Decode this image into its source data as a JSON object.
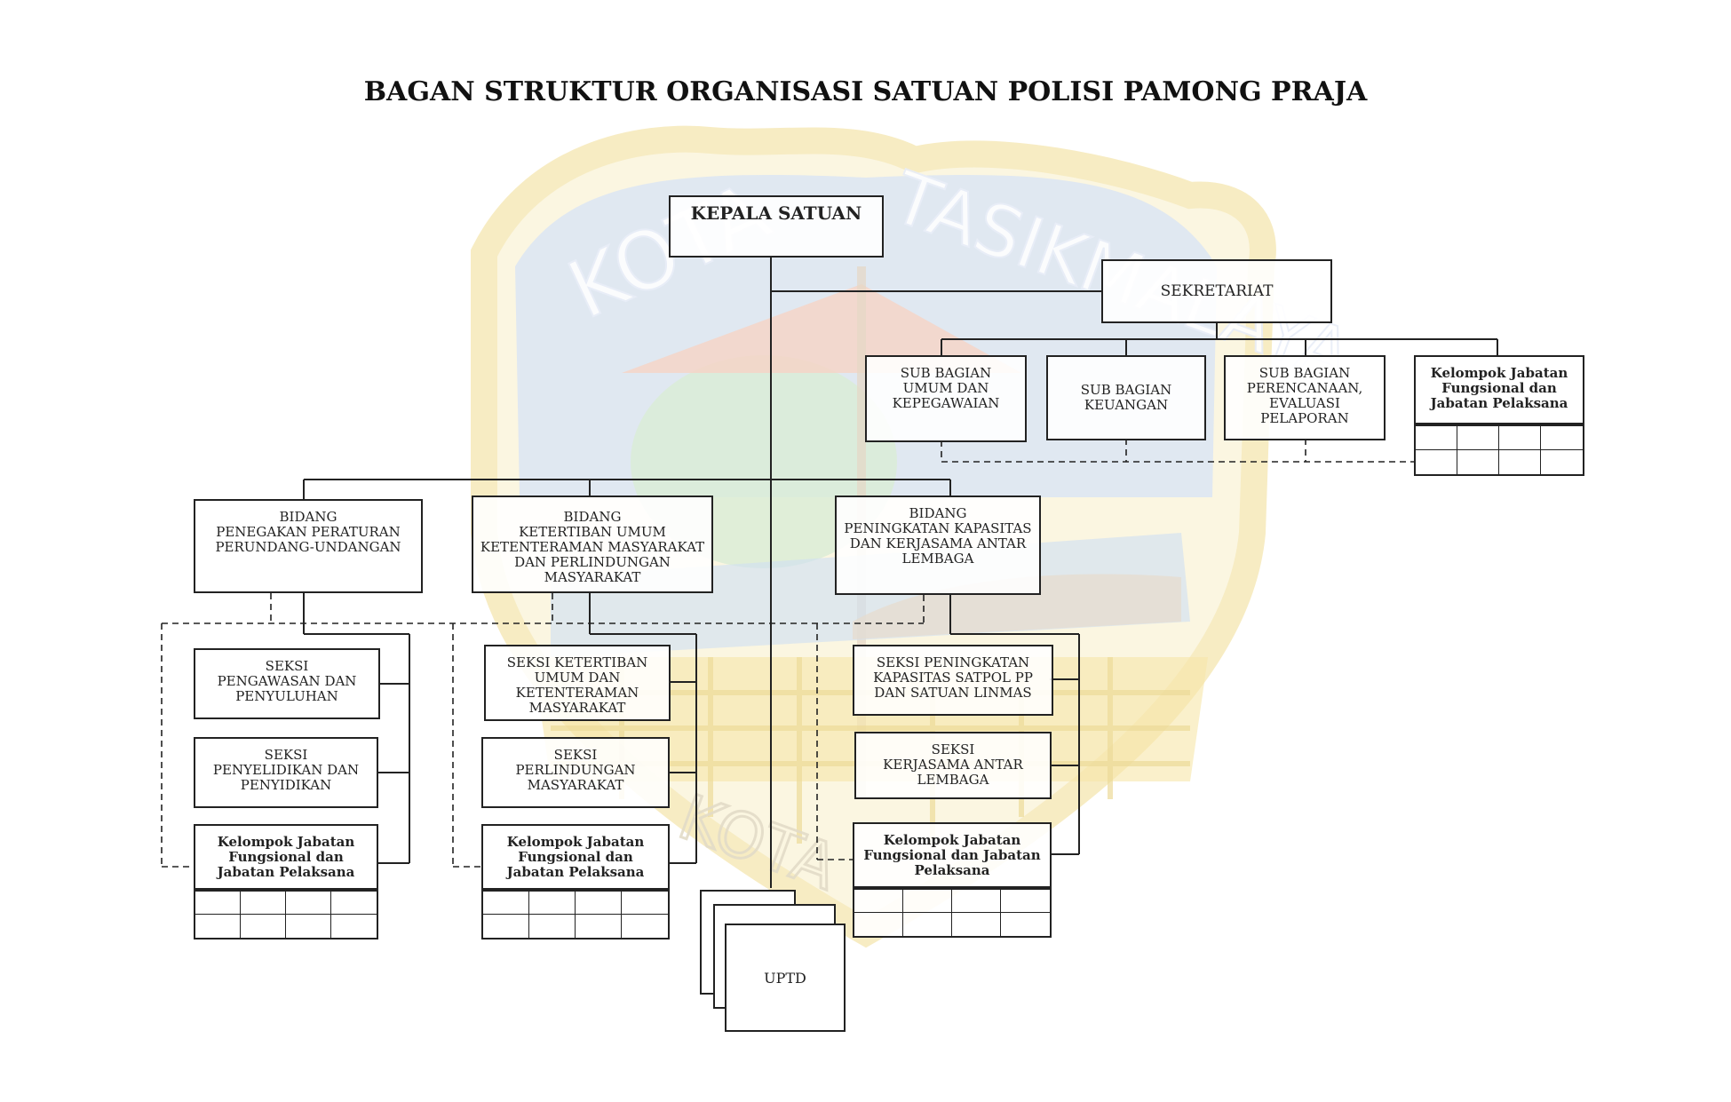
{
  "title": "BAGAN STRUKTUR ORGANISASI SATUAN POLISI PAMONG PRAJA",
  "watermark": {
    "description": "Lambang Kota Tasikmalaya",
    "top_text": "KOTA TASIKMALAYA",
    "bottom_text": "KOTA",
    "colors": {
      "gold": "#f4e4a8",
      "blue": "#d7e3f6",
      "green": "#d9ecd6",
      "pink": "#f6d3c5",
      "cream": "#f8efc9"
    }
  },
  "nodes": {
    "kepala": "KEPALA SATUAN",
    "sekretariat": "SEKRETARIAT",
    "sub_umum": "SUB BAGIAN\nUMUM DAN\nKEPEGAWAIAN",
    "sub_keuangan": "SUB BAGIAN\nKEUANGAN",
    "sub_perencanaan": "SUB BAGIAN\nPERENCANAAN,\nEVALUASI\nPELAPORAN",
    "kjf_sekretariat": "Kelompok Jabatan\nFungsional dan\nJabatan Pelaksana",
    "bidang_1": "BIDANG\nPENEGAKAN PERATURAN\nPERUNDANG-UNDANGAN",
    "bidang_2": "BIDANG\nKETERTIBAN UMUM\nKETENTERAMAN MASYARAKAT\nDAN PERLINDUNGAN\nMASYARAKAT",
    "bidang_3": "BIDANG\nPENINGKATAN KAPASITAS\nDAN KERJASAMA ANTAR\nLEMBAGA",
    "seksi_1a": "SEKSI\nPENGAWASAN DAN\nPENYULUHAN",
    "seksi_1b": "SEKSI\nPENYELIDIKAN DAN\nPENYIDIKAN",
    "kjf_1": "Kelompok Jabatan\nFungsional dan\nJabatan Pelaksana",
    "seksi_2a": "SEKSI KETERTIBAN\nUMUM DAN\nKETENTERAMAN\nMASYARAKAT",
    "seksi_2b": "SEKSI\nPERLINDUNGAN\nMASYARAKAT",
    "kjf_2": "Kelompok Jabatan\nFungsional dan\nJabatan Pelaksana",
    "seksi_3a": "SEKSI PENINGKATAN\nKAPASITAS SATPOL PP\nDAN SATUAN LINMAS",
    "seksi_3b": "SEKSI\nKERJASAMA ANTAR\nLEMBAGA",
    "kjf_3": "Kelompok Jabatan\nFungsional dan Jabatan\nPelaksana",
    "uptd": "UPTD"
  }
}
